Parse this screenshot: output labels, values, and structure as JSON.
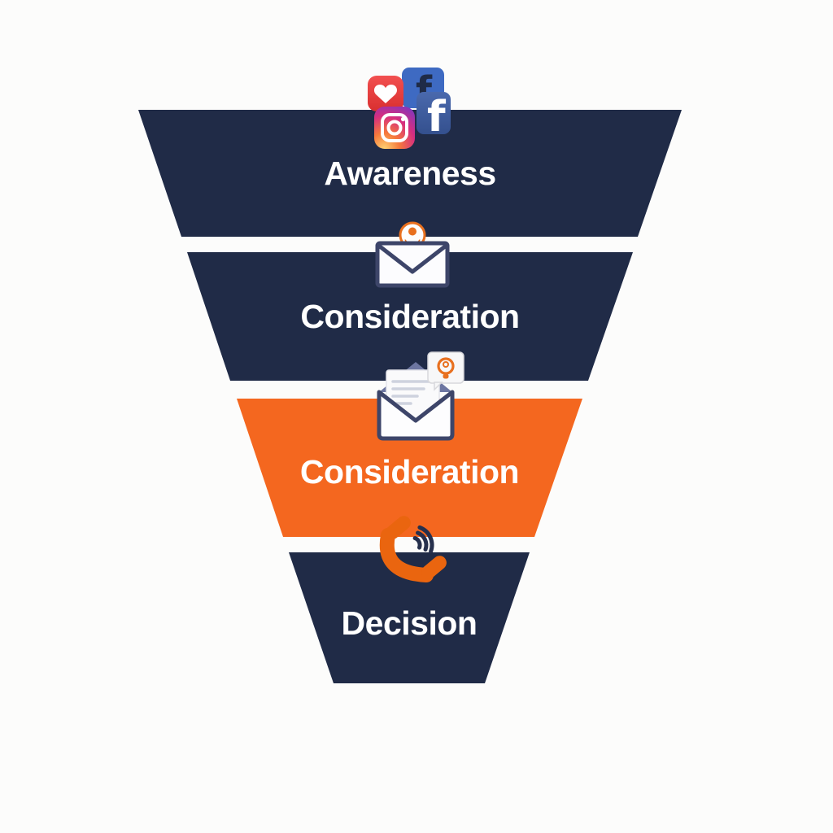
{
  "diagram": {
    "type": "funnel",
    "title": "marketing-funnel",
    "background_color": "#fcfcfb",
    "colors": {
      "navy": "#202b47",
      "orange": "#f4671f",
      "label_text": "#ffffff",
      "icon_orange": "#e8701f",
      "envelope_outline": "#3d4569"
    },
    "stages": [
      {
        "label": "Awareness",
        "color": "#202b47",
        "icons": [
          "heart-like-icon",
          "facebook-back-icon",
          "instagram-icon",
          "facebook-icon"
        ]
      },
      {
        "label": "Consideration",
        "color": "#202b47",
        "icons": [
          "contact-badge-icon",
          "envelope-icon"
        ]
      },
      {
        "label": "Consideration",
        "color": "#f4671f",
        "icons": [
          "open-envelope-letter-icon",
          "note-card-icon"
        ]
      },
      {
        "label": "Decision",
        "color": "#202b47",
        "icons": [
          "phone-call-icon",
          "sound-waves-icon"
        ]
      }
    ]
  }
}
